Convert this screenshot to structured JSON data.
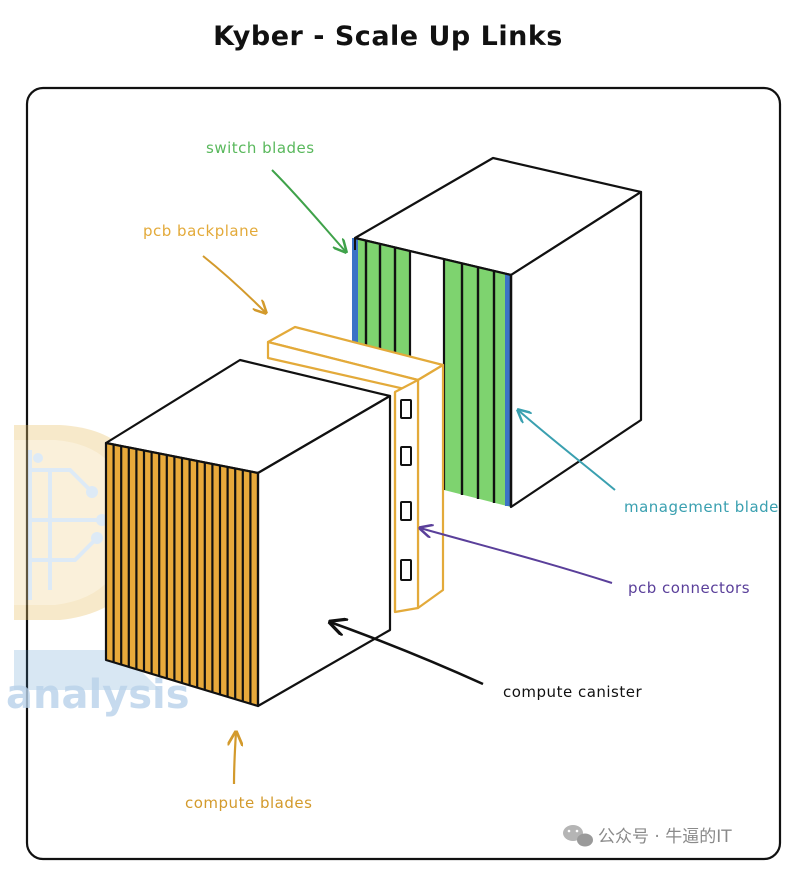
{
  "title": "Kyber - Scale Up Links",
  "labels": {
    "switch_blades": "switch blades",
    "pcb_backplane": "pcb backplane",
    "management_blade": "management blade",
    "pcb_connectors": "pcb connectors",
    "compute_canister": "compute canister",
    "compute_blades": "compute blades"
  },
  "watermark": {
    "logo_text": "analysis",
    "wechat_caption": "公众号 · 牛逼的IT"
  },
  "colors": {
    "switch_green": "#59b85c",
    "blade_fill_green": "#7ed36f",
    "management_blue": "#3b73c6",
    "management_label": "#3aa0b0",
    "pcb_orange": "#e3aa3a",
    "compute_fill": "#e7a93b",
    "connector_purple": "#5a3f9a",
    "ink": "#111111"
  }
}
